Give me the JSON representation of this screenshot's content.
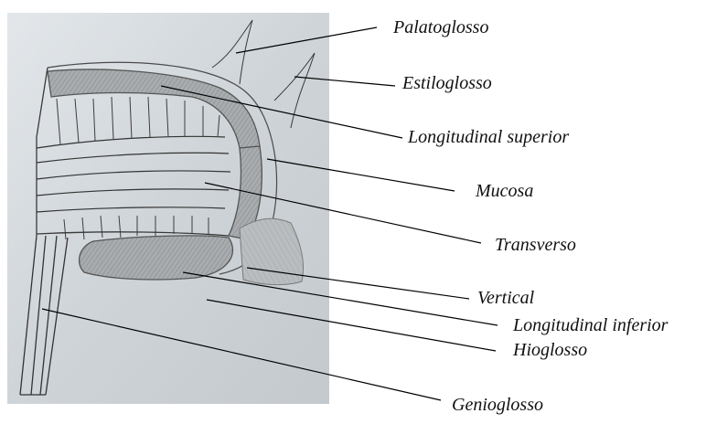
{
  "diagram": {
    "labels": {
      "palatoglosso": "Palatoglosso",
      "estiloglosso": "Estiloglosso",
      "longitudinal_superior": "Longitudinal superior",
      "mucosa": "Mucosa",
      "transverso": "Transverso",
      "vertical": "Vertical",
      "longitudinal_inferior": "Longitudinal inferior",
      "hioglosso": "Hioglosso",
      "genioglosso": "Genioglosso"
    },
    "colors": {
      "paper": "#c9ced2",
      "pencil": "#3a3a3a",
      "shading": "#9a9a9a",
      "label_text": "#111111",
      "leader_line": "#000000"
    }
  }
}
